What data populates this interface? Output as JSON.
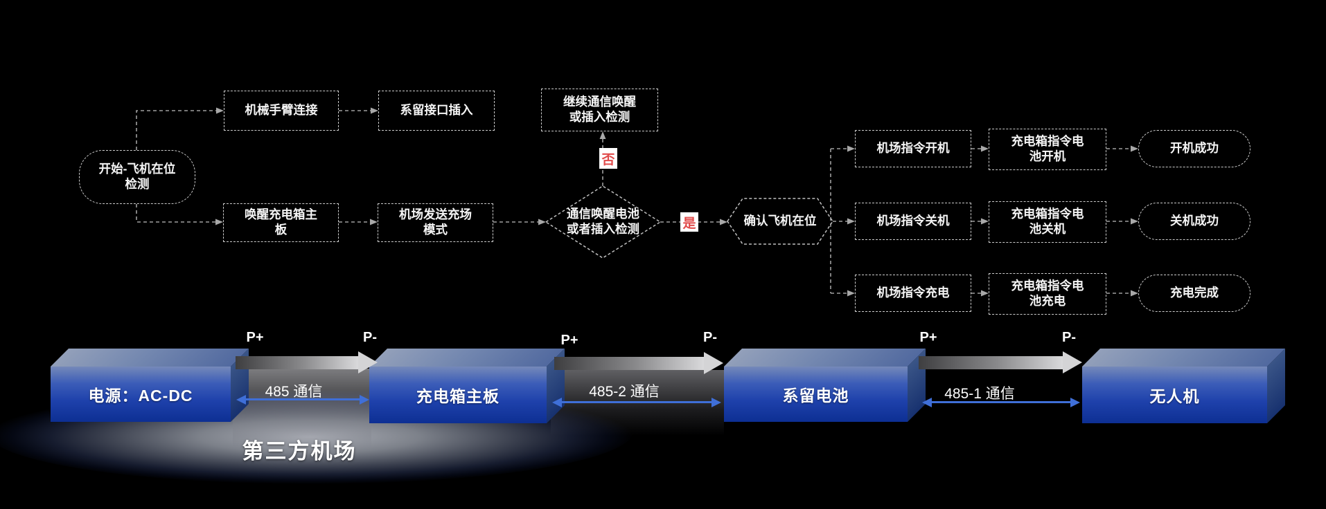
{
  "flow": {
    "start": "开始-飞机在位\n检测",
    "arm": "机械手臂连接",
    "tether": "系留接口插入",
    "cont": "继续通信唤醒\n或插入检测",
    "wake": "唤醒充电箱主\n板",
    "send": "机场发送充场\n模式",
    "decision": "通信唤醒电池\n或者插入检测",
    "no_label": "否",
    "yes_label": "是",
    "confirm": "确认飞机在位",
    "branches": [
      {
        "cmd": "机场指令开机",
        "relay": "充电箱指令电\n池开机",
        "result": "开机成功"
      },
      {
        "cmd": "机场指令关机",
        "relay": "充电箱指令电\n池关机",
        "result": "关机成功"
      },
      {
        "cmd": "机场指令充电",
        "relay": "充电箱指令电\n池充电",
        "result": "充电完成"
      }
    ]
  },
  "system": {
    "devices": [
      {
        "name": "电源：AC-DC"
      },
      {
        "name": "充电箱主板"
      },
      {
        "name": "系留电池"
      },
      {
        "name": "无人机"
      }
    ],
    "links": [
      {
        "plus": "P+",
        "minus": "P-",
        "comm": "485 通信"
      },
      {
        "plus": "P+",
        "minus": "P-",
        "comm": "485-2 通信"
      },
      {
        "plus": "P+",
        "minus": "P-",
        "comm": "485-1 通信"
      }
    ],
    "region": "第三方机场"
  },
  "colors": {
    "background": "#000000",
    "box_blue": "#1d44ae",
    "comm_arrow_blue": "#3f6fd8",
    "power_arrow_gray": "#d4d4d6",
    "flow_line_gray": "#9f9f9f",
    "decision_red": "#e14b4b"
  }
}
